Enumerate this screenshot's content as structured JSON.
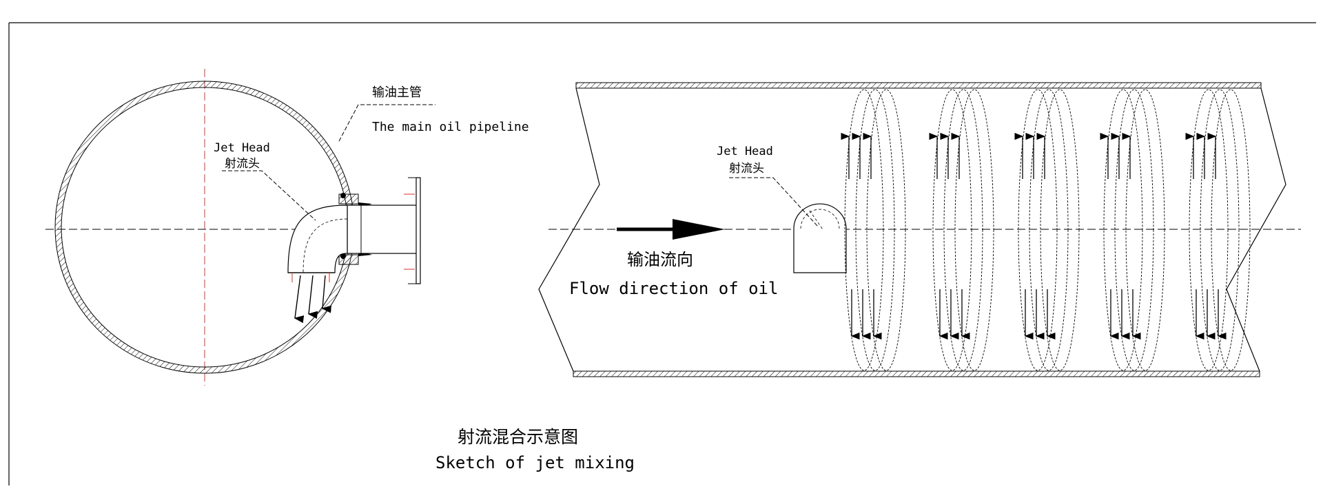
{
  "cross_section": {
    "pipeline_label_cn": "输油主管",
    "pipeline_label_en": "The main oil pipeline",
    "jet_head_label_en": "Jet Head",
    "jet_head_label_cn": "射流头"
  },
  "longitudinal_section": {
    "jet_head_label_en": "Jet Head",
    "jet_head_label_cn": "射流头",
    "flow_label_cn": "输油流向",
    "flow_label_en": "Flow direction of oil"
  },
  "caption": {
    "title_cn": "射流混合示意图",
    "title_en": "Sketch of jet mixing"
  },
  "colors": {
    "line": "#000000",
    "centerline_red": "#d9302c",
    "background": "#ffffff"
  }
}
